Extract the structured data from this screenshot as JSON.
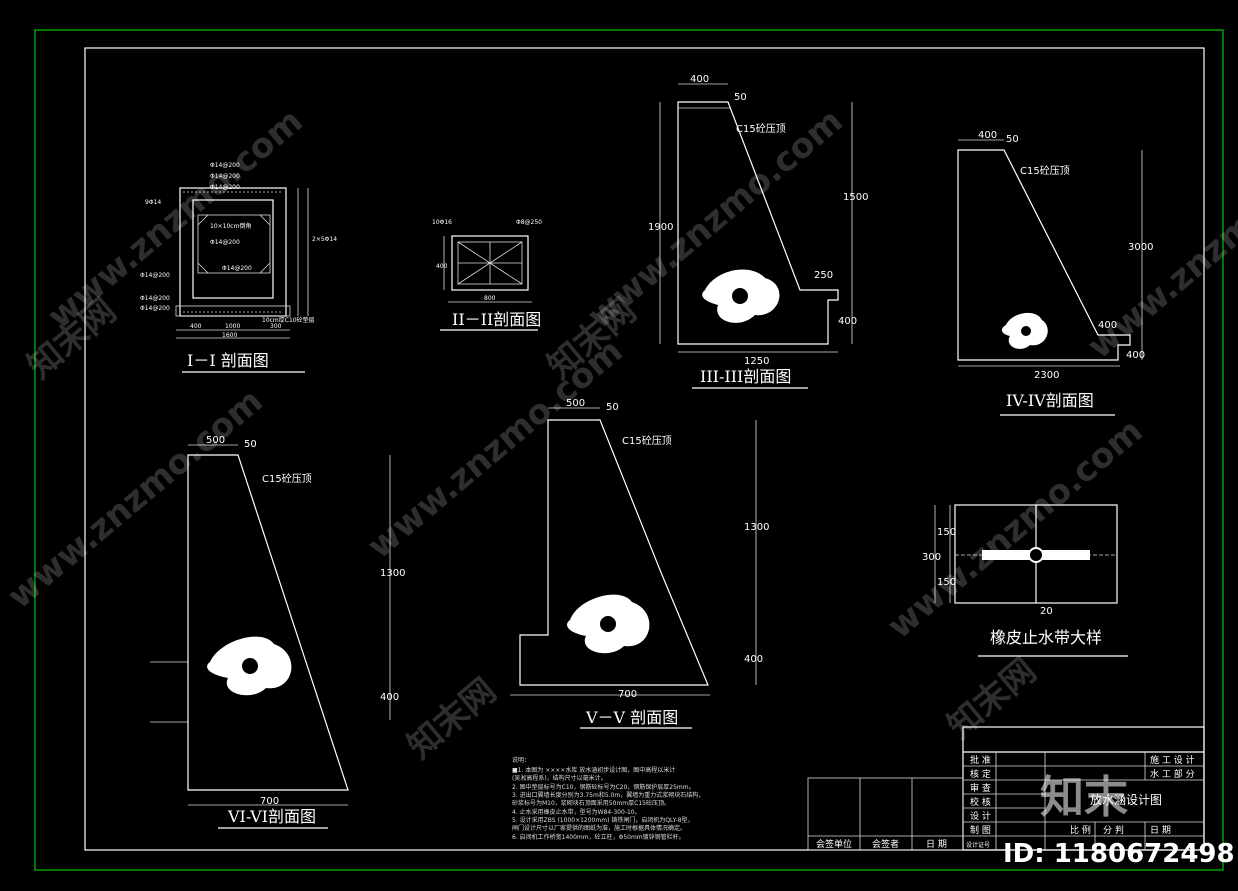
{
  "sections": {
    "s1": {
      "title": "I－I 剖面图",
      "dims": [
        "400",
        "1000",
        "300",
        "1600"
      ],
      "rebar": [
        "Φ14@200",
        "Φ14@200",
        "Φ14@200",
        "9Φ14",
        "10×10cm倒角",
        "Φ14@200",
        "Φ14@200",
        "2×5Φ14",
        "Φ14@200",
        "Φ14@200",
        "Φ14@200",
        "10cm厚C10砼垫层"
      ]
    },
    "s2": {
      "title": "II－II剖面图",
      "dims": [
        "800",
        "400"
      ],
      "rebar": [
        "10Φ16",
        "Φ8@250"
      ]
    },
    "s3": {
      "title": "III-III剖面图",
      "dims": [
        "400",
        "50",
        "1900",
        "1500",
        "250",
        "400",
        "1250"
      ],
      "label": "C15砼压顶"
    },
    "s4": {
      "title": "IV-IV剖面图",
      "dims": [
        "400",
        "50",
        "3000",
        "400",
        "400",
        "2300"
      ],
      "label": "C15砼压顶"
    },
    "s5": {
      "title": "V－V 剖面图",
      "dims": [
        "500",
        "50",
        "1300",
        "400",
        "700"
      ],
      "label": "C15砼压顶"
    },
    "s6": {
      "title": "VI-VI剖面图",
      "dims": [
        "500",
        "50",
        "1300",
        "400",
        "700"
      ],
      "label": "C15砼压顶"
    },
    "s7": {
      "title": "橡皮止水带大样",
      "dims": [
        "300",
        "150",
        "150",
        "20"
      ]
    }
  },
  "notes": {
    "heading": "说明：",
    "lines": [
      "■1. 本图为 ××××水库 放水涵初步设计图，图中高程以米计",
      "   (吴淞高程系)，结构尺寸以毫米计。",
      "2. 图中垫层标号为C10，钢筋砼标号为C20，钢筋保护层厚25mm。",
      "3. 进出口翼墙长度分别为3.75m和5.0m，翼墙为重力式浆砌块石结构，",
      "   砂浆标号为M10，浆砌块石顶面采用50mm厚C15砼压顶。",
      "4. 止水采用橡皮止水带，型号为W84-300-10。",
      "5. 设计采用ZBS (1000×1200mm) 铸铁闸门，启闭机为QLY-8型，",
      "   闸门设计尺寸以厂家提供的图纸为准，施工时根据具体情况确定。",
      "6. 启闭机工作桥宽1400mm，砼立柱，Φ50mm镀锌钢管栏杆。"
    ]
  },
  "title_block": {
    "rows": [
      "批 准",
      "核 定",
      "审 查",
      "校 核",
      "设 计",
      "制 图"
    ],
    "stage_label": "施 工 设 计",
    "part_label": "水 工 部 分",
    "drawing_name": "放水涵设计图",
    "footer_cells": [
      "比 例",
      "分 判",
      "日 期"
    ],
    "sign_cells": [
      "会签单位",
      "会签者",
      "日 期"
    ],
    "drawing_no_label": "设计证号"
  },
  "watermark": {
    "site": "www.znzmo.com",
    "brand": "知末网",
    "logo_text": "知末",
    "id_text": "ID: 1180672498"
  },
  "colors": {
    "background": "#000000",
    "outer_frame": "#00c800",
    "lines": "#ffffff"
  }
}
